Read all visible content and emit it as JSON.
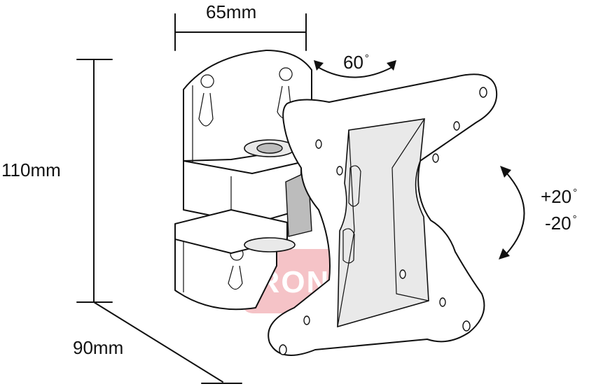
{
  "dimensions": {
    "width": "65mm",
    "height": "110mm",
    "depth": "90mm"
  },
  "rotation": {
    "swivel_value": "60",
    "tilt_up_value": "+20",
    "tilt_down_value": "-20",
    "degree_symbol": "°"
  },
  "watermark": {
    "text": "KRONSH.RU",
    "color": "#f3b9bd"
  }
}
